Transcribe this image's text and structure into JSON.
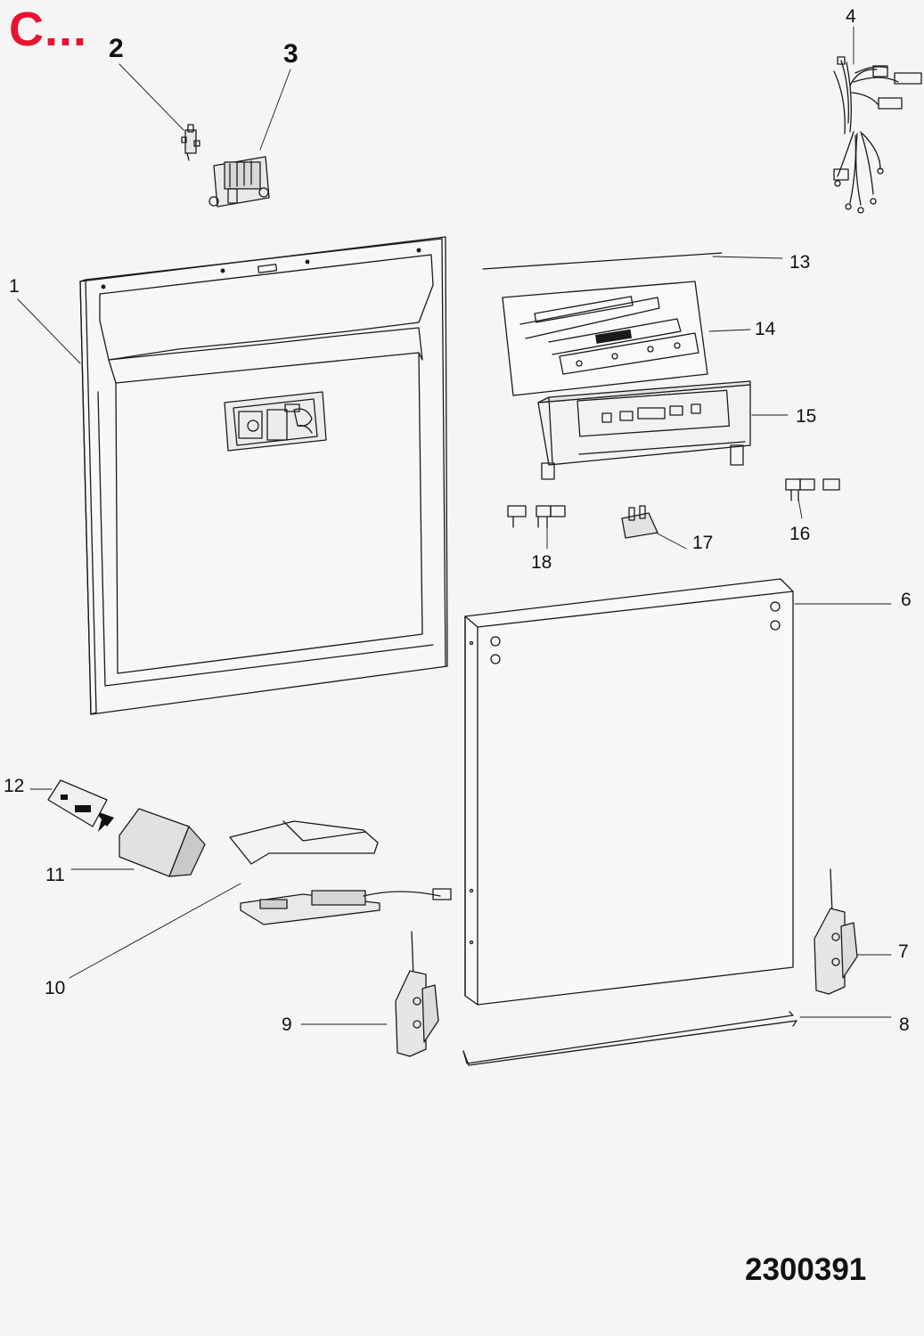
{
  "brand_mark": "C...",
  "drawing_number": "2300391",
  "callouts": {
    "c1": "1",
    "c2": "2",
    "c3": "3",
    "c4": "4",
    "c6": "6",
    "c7": "7",
    "c8": "8",
    "c9": "9",
    "c10": "10",
    "c11": "11",
    "c12": "12",
    "c13": "13",
    "c14": "14",
    "c15": "15",
    "c16": "16",
    "c17": "17",
    "c18": "18"
  },
  "colors": {
    "brand": "#e8132f",
    "line": "#1a1a1a",
    "background": "#f5f5f5"
  }
}
